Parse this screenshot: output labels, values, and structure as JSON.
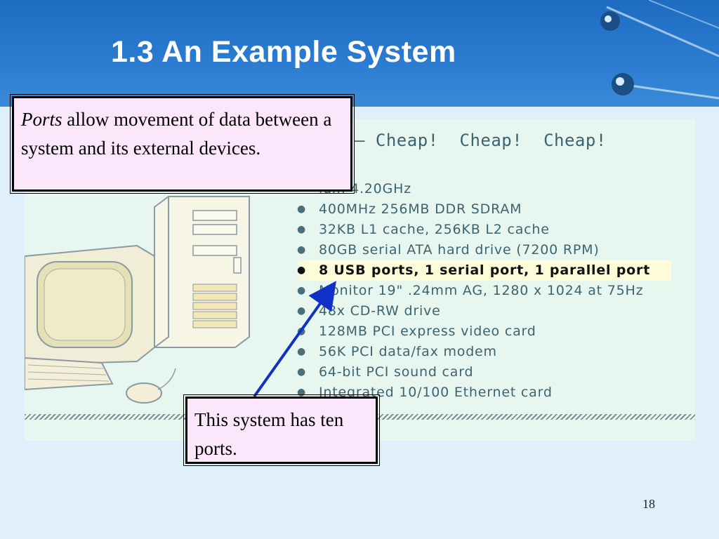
{
  "slide": {
    "title": "1.3 An Example System",
    "page_number": "18"
  },
  "panel": {
    "heading": "– Cheap!  Cheap!  Cheap!",
    "specs": [
      "ium 4.20GHz",
      "400MHz 256MB DDR SDRAM",
      "32KB L1 cache, 256KB L2 cache",
      "80GB serial ATA hard drive (7200 RPM)",
      "8 USB ports, 1 serial port, 1 parallel port",
      "Monitor 19\" .24mm AG, 1280 x 1024 at 75Hz",
      "48x CD-RW drive",
      "128MB PCI express video card",
      "56K PCI data/fax modem",
      "64-bit PCI sound card",
      "Integrated 10/100 Ethernet card"
    ],
    "bullet": "●"
  },
  "callouts": {
    "top_italic": "Ports",
    "top_rest": " allow movement of data between a system and its external devices.",
    "bottom": "This system has ten ports."
  },
  "colors": {
    "header_blue": "#1e6cc2",
    "callout_fill": "#fbe6fb",
    "arrow_blue": "#1030c8",
    "highlight_row": "#fdfbd8"
  }
}
